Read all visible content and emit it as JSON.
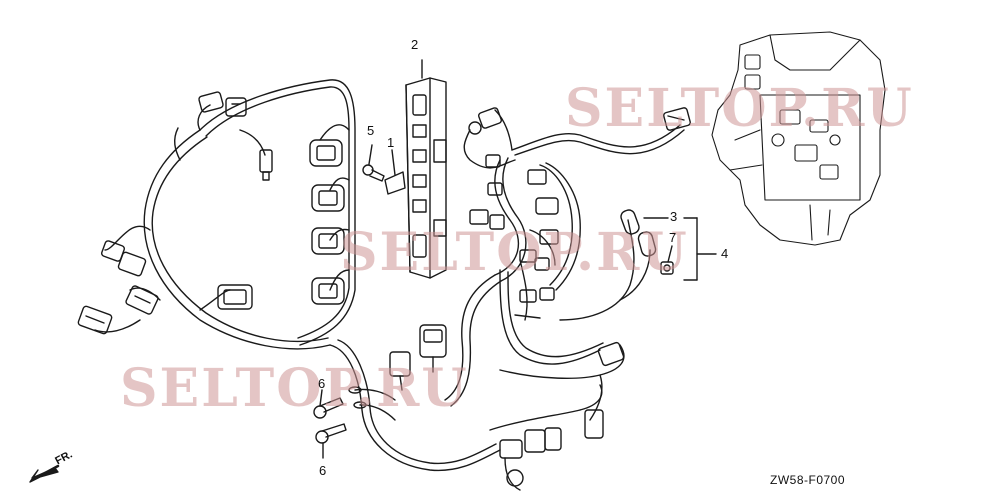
{
  "callouts": {
    "c1": "1",
    "c2": "2",
    "c3": "3",
    "c4": "4",
    "c5": "5",
    "c6a": "6",
    "c6b": "6",
    "c7": "7"
  },
  "figure_code": "ZW58-F0700",
  "front_label": "FR.",
  "watermarks": [
    "SELTOP.RU",
    "SELTOP.RU",
    "SELTOP.RU"
  ],
  "colors": {
    "line": "#1a1a1a",
    "watermark": "#cf9696"
  }
}
